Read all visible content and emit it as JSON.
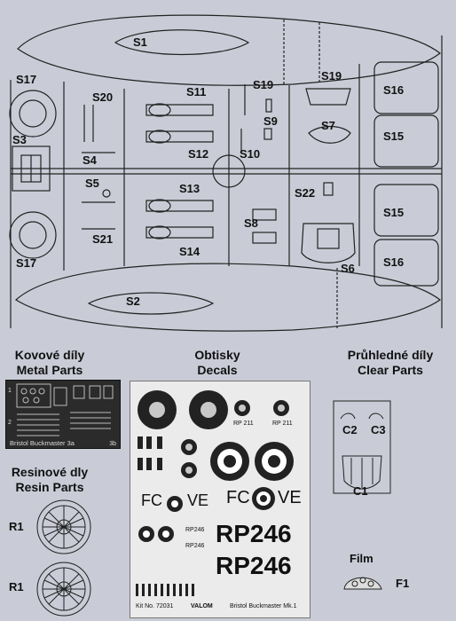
{
  "sprue_labels": [
    "S1",
    "S17",
    "S20",
    "S11",
    "S19",
    "S19",
    "S16",
    "S3",
    "S9",
    "S7",
    "S15",
    "S4",
    "S12",
    "S10",
    "S5",
    "S13",
    "S22",
    "S15",
    "S8",
    "S21",
    "S14",
    "S6",
    "S16",
    "S17",
    "S2"
  ],
  "sections": {
    "metal": {
      "cz": "Kovové díly",
      "en": "Metal Parts"
    },
    "decals": {
      "cz": "Obtisky",
      "en": "Decals"
    },
    "clear": {
      "cz": "Průhledné díly",
      "en": "Clear Parts"
    },
    "resin": {
      "cz": "Resinové dly",
      "en": "Resin Parts"
    },
    "film": "Film"
  },
  "photoetch": {
    "caption": "Bristol Buckmaster 3a",
    "tag_top": "1",
    "tag_bottom": "2",
    "tag_right": "3b"
  },
  "resin_labels": [
    "R1",
    "R1"
  ],
  "clear_labels": [
    "C2",
    "C3",
    "C1"
  ],
  "film_label": "F1",
  "decal_sheet": {
    "codes_left": "FC",
    "codes_right_a": "FC",
    "codes_right_b": "VE",
    "code_left_tail": "VE",
    "serial_big": "RP246",
    "serial_small": "RP246",
    "serial_tiny": "RP 211",
    "kit_no": "Kit No. 72031",
    "brand": "VALOM",
    "title": "Bristol Buckmaster Mk.1"
  },
  "colors": {
    "background": "#c9ccd6",
    "ink": "#111111",
    "decal_bg": "#ebebeb"
  }
}
